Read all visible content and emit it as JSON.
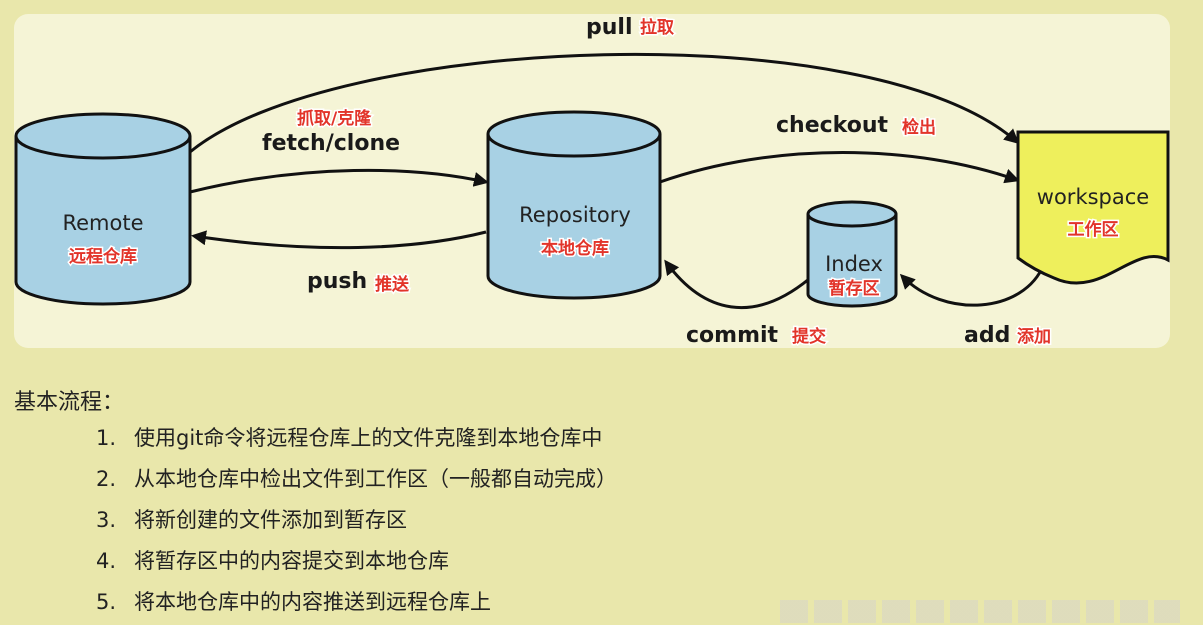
{
  "diagram": {
    "arrows": {
      "pull": {
        "en": "pull",
        "cn": "拉取"
      },
      "fetch_clone": {
        "en": "fetch/clone",
        "cn": "抓取/克隆"
      },
      "push": {
        "en": "push",
        "cn": "推送"
      },
      "checkout": {
        "en": "checkout",
        "cn": "检出"
      },
      "commit": {
        "en": "commit",
        "cn": "提交"
      },
      "add": {
        "en": "add",
        "cn": "添加"
      }
    },
    "nodes": {
      "remote": {
        "en": "Remote",
        "cn": "远程仓库"
      },
      "repository": {
        "en": "Repository",
        "cn": "本地仓库"
      },
      "index": {
        "en": "Index",
        "cn": "暂存区"
      },
      "workspace": {
        "en": "workspace",
        "cn": "工作区"
      }
    },
    "colors": {
      "cylinder_fill": "#a8d1e4",
      "workspace_fill": "#eeef5c",
      "chinese_label": "#e2342a",
      "page_background": "#e9e7ab",
      "panel_background": "#f5f4d6"
    }
  },
  "steps": {
    "heading": "基本流程：",
    "items": [
      {
        "num": "1.",
        "text": "使用git命令将远程仓库上的文件克隆到本地仓库中"
      },
      {
        "num": "2.",
        "text": "从本地仓库中检出文件到工作区（一般都自动完成）"
      },
      {
        "num": "3.",
        "text": "将新创建的文件添加到暂存区"
      },
      {
        "num": "4.",
        "text": "将暂存区中的内容提交到本地仓库"
      },
      {
        "num": "5.",
        "text": "将本地仓库中的内容推送到远程仓库上"
      }
    ]
  }
}
